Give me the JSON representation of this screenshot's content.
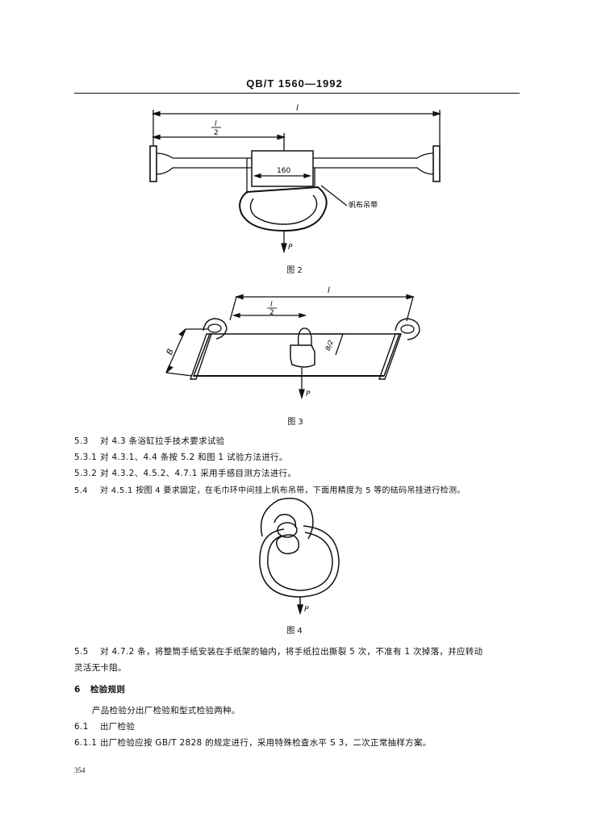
{
  "header": "QB/T 1560—1992",
  "figure2": {
    "caption": "图 2",
    "label_l": "l",
    "label_l_half_num": "l",
    "label_l_half_den": "2",
    "label_160": "160",
    "label_strap": "帆布吊带",
    "label_P": "P"
  },
  "figure3": {
    "caption": "图 3",
    "label_l": "l",
    "label_l_half_num": "l",
    "label_l_half_den": "2",
    "label_B": "B",
    "label_B_half": "B/2",
    "label_P": "P"
  },
  "figure4": {
    "caption": "图 4",
    "label_P": "P"
  },
  "sections": [
    {
      "num": "5.3",
      "text": "对 4.3 条浴缸拉手技术要求试验"
    },
    {
      "num": "5.3.1",
      "text": "对 4.3.1、4.4 条按 5.2 和图 1 试验方法进行。"
    },
    {
      "num": "5.3.2",
      "text": "对 4.3.2、4.5.2、4.7.1 采用手感目测方法进行。"
    },
    {
      "num": "5.4",
      "text": "对 4.5.1 按图 4 要求固定，在毛巾环中间挂上帆布吊带，下面用精度为 5 等的砝码吊挂进行检测。"
    }
  ],
  "section_5_5": {
    "num": "5.5",
    "line1": "对 4.7.2 条，将整筒手纸安装在手纸架的轴内，将手纸拉出撕裂 5 次，不准有 1 次掉落，并应转动",
    "line2": "灵活无卡阻。"
  },
  "section_6": {
    "num": "6",
    "title": "检验规则"
  },
  "para_6": "产品检验分出厂检验和型式检验两种。",
  "section_6_1": {
    "num": "6.1",
    "title": "出厂检验"
  },
  "section_6_1_1": {
    "num": "6.1.1",
    "text": "出厂检验应按 GB/T 2828 的规定进行，采用特殊检查水平 S 3，二次正常抽样方案。"
  },
  "page_number": "354"
}
